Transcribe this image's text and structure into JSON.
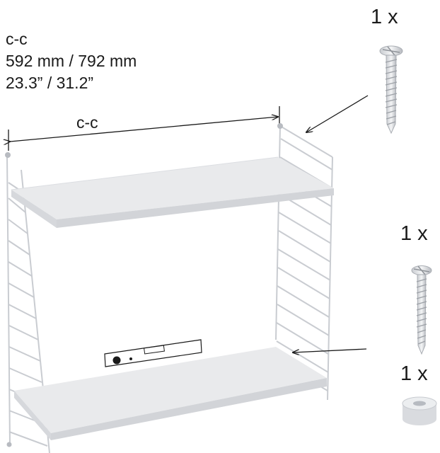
{
  "spec": {
    "line1": "c-c",
    "line2": "592 mm / 792 mm",
    "line3": "23.3” / 31.2”"
  },
  "dimension_label": "c-c",
  "quantities": {
    "top_screw": "1 x",
    "lower_screw": "1 x",
    "spacer": "1 x"
  },
  "icons": [
    "screw-icon",
    "screw-icon",
    "spacer-icon",
    "spirit-level-icon"
  ],
  "colors": {
    "shelf_top": "#e9eaec",
    "shelf_edge": "#d2d4d8",
    "wire": "#c9ccd1",
    "text": "#1a1a1a"
  }
}
